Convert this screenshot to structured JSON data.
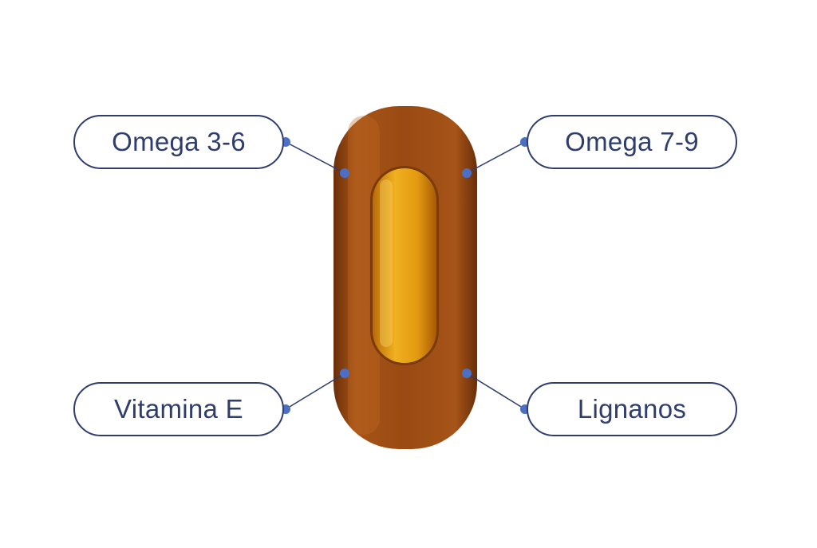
{
  "labels": {
    "top_left": "Omega 3-6",
    "top_right": "Omega 7-9",
    "bottom_left": "Vitamina E",
    "bottom_right": "Lignanos"
  },
  "colors": {
    "label_border": "#2e3d6e",
    "label_text": "#2e3d6e",
    "connector_dot": "#4a6fc4",
    "capsule_outer": "#8a4210",
    "capsule_inner": "#e0a010"
  }
}
